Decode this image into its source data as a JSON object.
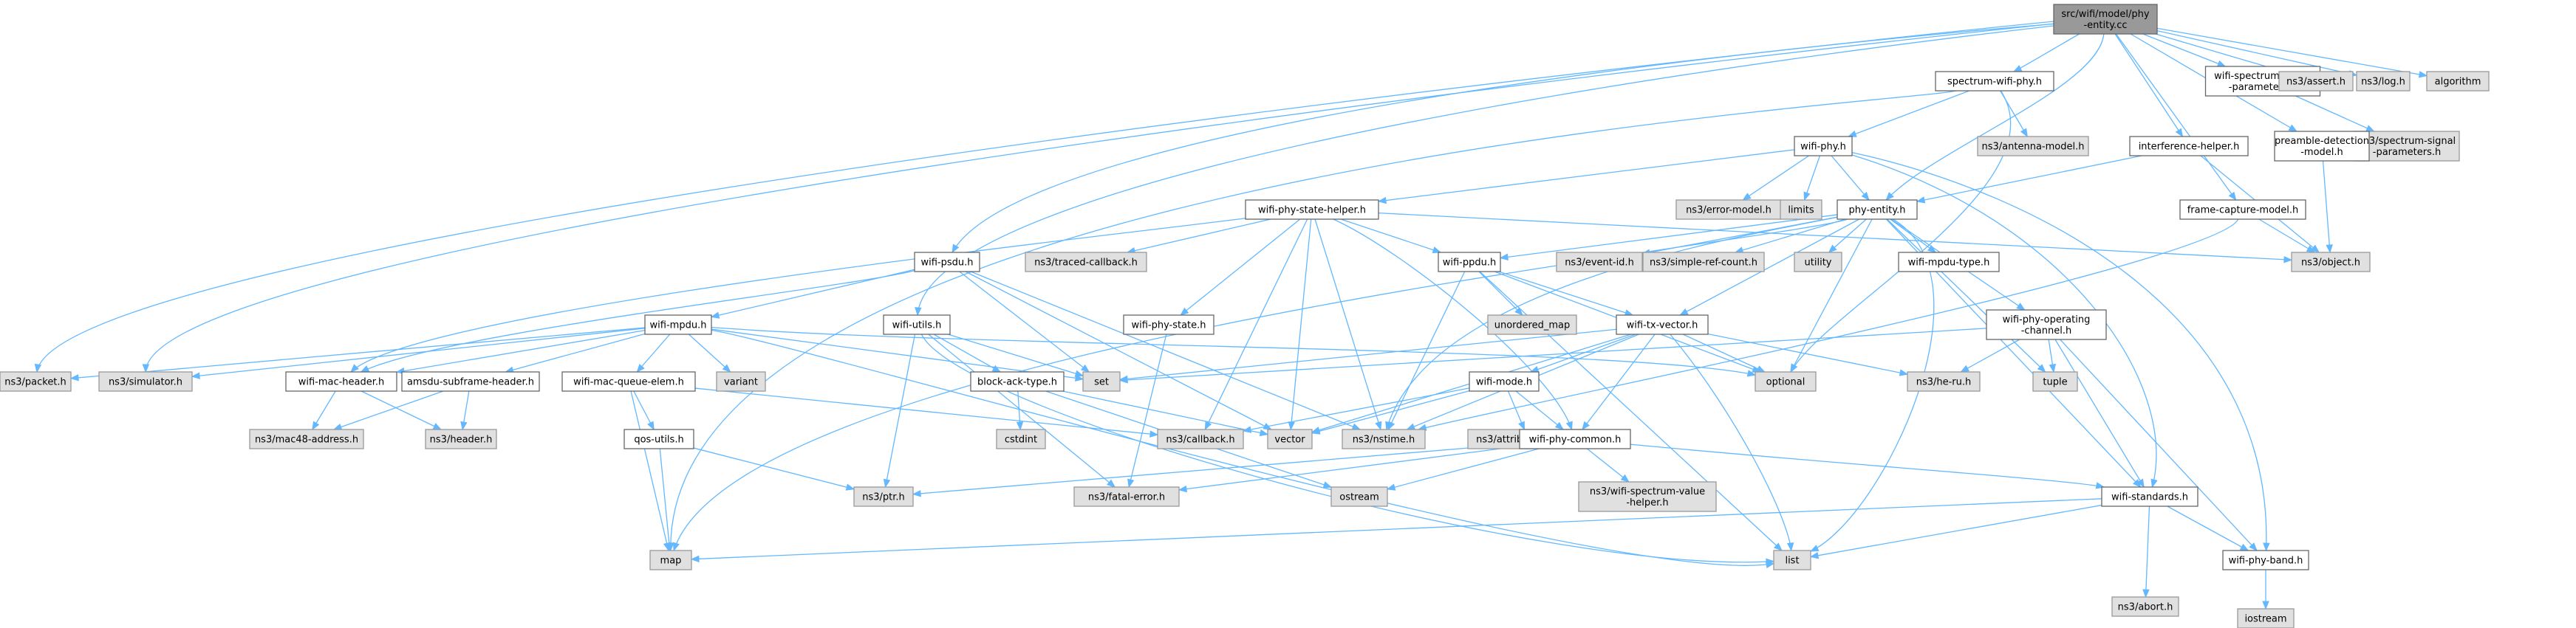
{
  "graph": {
    "colors": {
      "edge": "#63b8ff",
      "local_fill": "#ffffff",
      "system_fill": "#e0e0e0",
      "root_fill": "#999999"
    },
    "nodes": [
      {
        "id": "root",
        "lines": [
          "src/wifi/model/phy",
          "-entity.cc"
        ],
        "kind": "root"
      },
      {
        "id": "spectrum-wifi-phy",
        "lines": [
          "spectrum-wifi-phy.h"
        ],
        "kind": "local"
      },
      {
        "id": "wifi-spectrum-signal-parameters",
        "lines": [
          "wifi-spectrum-signal",
          "-parameters.h"
        ],
        "kind": "local"
      },
      {
        "id": "ns3-assert",
        "lines": [
          "ns3/assert.h"
        ],
        "kind": "system"
      },
      {
        "id": "ns3-log",
        "lines": [
          "ns3/log.h"
        ],
        "kind": "system"
      },
      {
        "id": "algorithm",
        "lines": [
          "algorithm"
        ],
        "kind": "system"
      },
      {
        "id": "ns3-antenna-model",
        "lines": [
          "ns3/antenna-model.h"
        ],
        "kind": "system"
      },
      {
        "id": "ns3-spectrum-signal-parameters",
        "lines": [
          "ns3/spectrum-signal",
          "-parameters.h"
        ],
        "kind": "system"
      },
      {
        "id": "interference-helper",
        "lines": [
          "interference-helper.h"
        ],
        "kind": "local"
      },
      {
        "id": "preamble-detection-model",
        "lines": [
          "preamble-detection",
          "-model.h"
        ],
        "kind": "local"
      },
      {
        "id": "wifi-phy",
        "lines": [
          "wifi-phy.h"
        ],
        "kind": "local"
      },
      {
        "id": "wifi-phy-state-helper",
        "lines": [
          "wifi-phy-state-helper.h"
        ],
        "kind": "local"
      },
      {
        "id": "ns3-error-model",
        "lines": [
          "ns3/error-model.h"
        ],
        "kind": "system"
      },
      {
        "id": "limits",
        "lines": [
          "limits"
        ],
        "kind": "system"
      },
      {
        "id": "phy-entity",
        "lines": [
          "phy-entity.h"
        ],
        "kind": "local"
      },
      {
        "id": "frame-capture-model",
        "lines": [
          "frame-capture-model.h"
        ],
        "kind": "local"
      },
      {
        "id": "ns3-object",
        "lines": [
          "ns3/object.h"
        ],
        "kind": "system"
      },
      {
        "id": "ns3-traced-callback",
        "lines": [
          "ns3/traced-callback.h"
        ],
        "kind": "system"
      },
      {
        "id": "wifi-psdu",
        "lines": [
          "wifi-psdu.h"
        ],
        "kind": "local"
      },
      {
        "id": "wifi-ppdu",
        "lines": [
          "wifi-ppdu.h"
        ],
        "kind": "local"
      },
      {
        "id": "ns3-event-id",
        "lines": [
          "ns3/event-id.h"
        ],
        "kind": "system"
      },
      {
        "id": "ns3-simple-ref-count",
        "lines": [
          "ns3/simple-ref-count.h"
        ],
        "kind": "system"
      },
      {
        "id": "utility",
        "lines": [
          "utility"
        ],
        "kind": "system"
      },
      {
        "id": "wifi-mpdu-type",
        "lines": [
          "wifi-mpdu-type.h"
        ],
        "kind": "local"
      },
      {
        "id": "wifi-mpdu",
        "lines": [
          "wifi-mpdu.h"
        ],
        "kind": "local"
      },
      {
        "id": "wifi-utils",
        "lines": [
          "wifi-utils.h"
        ],
        "kind": "local"
      },
      {
        "id": "wifi-phy-state",
        "lines": [
          "wifi-phy-state.h"
        ],
        "kind": "local"
      },
      {
        "id": "unordered_map",
        "lines": [
          "unordered_map"
        ],
        "kind": "system"
      },
      {
        "id": "wifi-tx-vector",
        "lines": [
          "wifi-tx-vector.h"
        ],
        "kind": "local"
      },
      {
        "id": "wifi-phy-operating-channel",
        "lines": [
          "wifi-phy-operating",
          "-channel.h"
        ],
        "kind": "local"
      },
      {
        "id": "ns3-packet",
        "lines": [
          "ns3/packet.h"
        ],
        "kind": "system"
      },
      {
        "id": "ns3-simulator",
        "lines": [
          "ns3/simulator.h"
        ],
        "kind": "system"
      },
      {
        "id": "wifi-mac-header",
        "lines": [
          "wifi-mac-header.h"
        ],
        "kind": "local"
      },
      {
        "id": "amsdu-subframe-header",
        "lines": [
          "amsdu-subframe-header.h"
        ],
        "kind": "local"
      },
      {
        "id": "variant",
        "lines": [
          "variant"
        ],
        "kind": "system"
      },
      {
        "id": "wifi-mac-queue-elem",
        "lines": [
          "wifi-mac-queue-elem.h"
        ],
        "kind": "local"
      },
      {
        "id": "block-ack-type",
        "lines": [
          "block-ack-type.h"
        ],
        "kind": "local"
      },
      {
        "id": "set",
        "lines": [
          "set"
        ],
        "kind": "system"
      },
      {
        "id": "wifi-mode",
        "lines": [
          "wifi-mode.h"
        ],
        "kind": "local"
      },
      {
        "id": "optional",
        "lines": [
          "optional"
        ],
        "kind": "system"
      },
      {
        "id": "ns3-he-ru",
        "lines": [
          "ns3/he-ru.h"
        ],
        "kind": "system"
      },
      {
        "id": "tuple",
        "lines": [
          "tuple"
        ],
        "kind": "system"
      },
      {
        "id": "ns3-mac48-address",
        "lines": [
          "ns3/mac48-address.h"
        ],
        "kind": "system"
      },
      {
        "id": "ns3-header",
        "lines": [
          "ns3/header.h"
        ],
        "kind": "system"
      },
      {
        "id": "qos-utils",
        "lines": [
          "qos-utils.h"
        ],
        "kind": "local"
      },
      {
        "id": "cstdint",
        "lines": [
          "cstdint"
        ],
        "kind": "system"
      },
      {
        "id": "ns3-callback",
        "lines": [
          "ns3/callback.h"
        ],
        "kind": "system"
      },
      {
        "id": "vector",
        "lines": [
          "vector"
        ],
        "kind": "system"
      },
      {
        "id": "ns3-nstime",
        "lines": [
          "ns3/nstime.h"
        ],
        "kind": "system"
      },
      {
        "id": "ns3-attribute-helper",
        "lines": [
          "ns3/attribute-helper.h"
        ],
        "kind": "system"
      },
      {
        "id": "wifi-phy-common",
        "lines": [
          "wifi-phy-common.h"
        ],
        "kind": "local"
      },
      {
        "id": "ns3-ptr",
        "lines": [
          "ns3/ptr.h"
        ],
        "kind": "system"
      },
      {
        "id": "ns3-fatal-error",
        "lines": [
          "ns3/fatal-error.h"
        ],
        "kind": "system"
      },
      {
        "id": "ostream",
        "lines": [
          "ostream"
        ],
        "kind": "system"
      },
      {
        "id": "ns3-wifi-spectrum-value-helper",
        "lines": [
          "ns3/wifi-spectrum-value",
          "-helper.h"
        ],
        "kind": "system"
      },
      {
        "id": "wifi-standards",
        "lines": [
          "wifi-standards.h"
        ],
        "kind": "local"
      },
      {
        "id": "map",
        "lines": [
          "map"
        ],
        "kind": "system"
      },
      {
        "id": "list",
        "lines": [
          "list"
        ],
        "kind": "system"
      },
      {
        "id": "ns3-abort",
        "lines": [
          "ns3/abort.h"
        ],
        "kind": "system"
      },
      {
        "id": "wifi-phy-band",
        "lines": [
          "wifi-phy-band.h"
        ],
        "kind": "local"
      },
      {
        "id": "iostream",
        "lines": [
          "iostream"
        ],
        "kind": "system"
      }
    ],
    "edges": [
      [
        "root",
        "spectrum-wifi-phy"
      ],
      [
        "root",
        "wifi-spectrum-signal-parameters"
      ],
      [
        "root",
        "ns3-assert"
      ],
      [
        "root",
        "ns3-log"
      ],
      [
        "root",
        "algorithm"
      ],
      [
        "root",
        "interference-helper"
      ],
      [
        "root",
        "preamble-detection-model"
      ],
      [
        "root",
        "frame-capture-model"
      ],
      [
        "root",
        "phy-entity"
      ],
      [
        "root",
        "wifi-psdu"
      ],
      [
        "root",
        "wifi-utils"
      ],
      [
        "root",
        "ns3-packet"
      ],
      [
        "root",
        "ns3-simulator"
      ],
      [
        "spectrum-wifi-phy",
        "wifi-phy"
      ],
      [
        "spectrum-wifi-phy",
        "ns3-antenna-model"
      ],
      [
        "spectrum-wifi-phy",
        "optional"
      ],
      [
        "spectrum-wifi-phy",
        "map"
      ],
      [
        "wifi-spectrum-signal-parameters",
        "ns3-spectrum-signal-parameters"
      ],
      [
        "interference-helper",
        "phy-entity"
      ],
      [
        "interference-helper",
        "ns3-object"
      ],
      [
        "preamble-detection-model",
        "ns3-object"
      ],
      [
        "frame-capture-model",
        "ns3-object"
      ],
      [
        "frame-capture-model",
        "ns3-nstime"
      ],
      [
        "wifi-phy",
        "wifi-phy-state-helper"
      ],
      [
        "wifi-phy",
        "ns3-error-model"
      ],
      [
        "wifi-phy",
        "limits"
      ],
      [
        "wifi-phy",
        "phy-entity"
      ],
      [
        "wifi-phy",
        "wifi-standards"
      ],
      [
        "wifi-phy",
        "wifi-phy-band"
      ],
      [
        "wifi-phy-state-helper",
        "ns3-traced-callback"
      ],
      [
        "wifi-phy-state-helper",
        "wifi-phy-state"
      ],
      [
        "wifi-phy-state-helper",
        "wifi-ppdu"
      ],
      [
        "wifi-phy-state-helper",
        "ns3-object"
      ],
      [
        "wifi-phy-state-helper",
        "ns3-callback"
      ],
      [
        "wifi-phy-state-helper",
        "vector"
      ],
      [
        "wifi-phy-state-helper",
        "ns3-nstime"
      ],
      [
        "wifi-phy-state-helper",
        "wifi-phy-common"
      ],
      [
        "wifi-phy-state-helper",
        "wifi-mac-header"
      ],
      [
        "phy-entity",
        "ns3-event-id"
      ],
      [
        "phy-entity",
        "ns3-simple-ref-count"
      ],
      [
        "phy-entity",
        "utility"
      ],
      [
        "phy-entity",
        "wifi-mpdu-type"
      ],
      [
        "phy-entity",
        "wifi-ppdu"
      ],
      [
        "phy-entity",
        "wifi-tx-vector"
      ],
      [
        "phy-entity",
        "wifi-phy-operating-channel"
      ],
      [
        "phy-entity",
        "tuple"
      ],
      [
        "phy-entity",
        "list"
      ],
      [
        "phy-entity",
        "optional"
      ],
      [
        "phy-entity",
        "ns3-nstime"
      ],
      [
        "phy-entity",
        "map"
      ],
      [
        "phy-entity",
        "wifi-standards"
      ],
      [
        "wifi-psdu",
        "wifi-mpdu"
      ],
      [
        "wifi-psdu",
        "set"
      ],
      [
        "wifi-psdu",
        "ns3-nstime"
      ],
      [
        "wifi-psdu",
        "vector"
      ],
      [
        "wifi-psdu",
        "wifi-mac-header"
      ],
      [
        "wifi-ppdu",
        "unordered_map"
      ],
      [
        "wifi-ppdu",
        "wifi-tx-vector"
      ],
      [
        "wifi-ppdu",
        "optional"
      ],
      [
        "wifi-ppdu",
        "ns3-nstime"
      ],
      [
        "wifi-ppdu",
        "list"
      ],
      [
        "wifi-mpdu",
        "wifi-mac-header"
      ],
      [
        "wifi-mpdu",
        "amsdu-subframe-header"
      ],
      [
        "wifi-mpdu",
        "variant"
      ],
      [
        "wifi-mpdu",
        "wifi-mac-queue-elem"
      ],
      [
        "wifi-mpdu",
        "set"
      ],
      [
        "wifi-mpdu",
        "optional"
      ],
      [
        "wifi-mpdu",
        "ns3-packet"
      ],
      [
        "wifi-mpdu",
        "ns3-simulator"
      ],
      [
        "wifi-mpdu",
        "list"
      ],
      [
        "wifi-utils",
        "block-ack-type"
      ],
      [
        "wifi-utils",
        "set"
      ],
      [
        "wifi-utils",
        "ns3-ptr"
      ],
      [
        "wifi-utils",
        "ns3-fatal-error"
      ],
      [
        "wifi-utils",
        "list"
      ],
      [
        "wifi-phy-state",
        "ns3-fatal-error"
      ],
      [
        "wifi-tx-vector",
        "wifi-mode"
      ],
      [
        "wifi-tx-vector",
        "set"
      ],
      [
        "wifi-tx-vector",
        "optional"
      ],
      [
        "wifi-tx-vector",
        "ns3-he-ru"
      ],
      [
        "wifi-tx-vector",
        "vector"
      ],
      [
        "wifi-tx-vector",
        "ns3-nstime"
      ],
      [
        "wifi-tx-vector",
        "wifi-phy-common"
      ],
      [
        "wifi-tx-vector",
        "list"
      ],
      [
        "wifi-phy-operating-channel",
        "ns3-he-ru"
      ],
      [
        "wifi-phy-operating-channel",
        "tuple"
      ],
      [
        "wifi-phy-operating-channel",
        "set"
      ],
      [
        "wifi-phy-operating-channel",
        "wifi-standards"
      ],
      [
        "wifi-phy-operating-channel",
        "wifi-phy-band"
      ],
      [
        "wifi-mac-header",
        "ns3-mac48-address"
      ],
      [
        "wifi-mac-header",
        "ns3-header"
      ],
      [
        "amsdu-subframe-header",
        "ns3-mac48-address"
      ],
      [
        "amsdu-subframe-header",
        "ns3-header"
      ],
      [
        "wifi-mac-queue-elem",
        "qos-utils"
      ],
      [
        "wifi-mac-queue-elem",
        "map"
      ],
      [
        "wifi-mac-queue-elem",
        "ns3-callback"
      ],
      [
        "qos-utils",
        "ns3-ptr"
      ],
      [
        "qos-utils",
        "map"
      ],
      [
        "block-ack-type",
        "cstdint"
      ],
      [
        "block-ack-type",
        "vector"
      ],
      [
        "block-ack-type",
        "ostream"
      ],
      [
        "wifi-mode",
        "ns3-attribute-helper"
      ],
      [
        "wifi-mode",
        "ns3-callback"
      ],
      [
        "wifi-mode",
        "vector"
      ],
      [
        "wifi-mode",
        "wifi-phy-common"
      ],
      [
        "wifi-phy-common",
        "ns3-wifi-spectrum-value-helper"
      ],
      [
        "wifi-phy-common",
        "ostream"
      ],
      [
        "wifi-phy-common",
        "ns3-ptr"
      ],
      [
        "wifi-phy-common",
        "ns3-fatal-error"
      ],
      [
        "wifi-phy-common",
        "wifi-standards"
      ],
      [
        "wifi-standards",
        "map"
      ],
      [
        "wifi-standards",
        "list"
      ],
      [
        "wifi-standards",
        "ns3-abort"
      ],
      [
        "wifi-standards",
        "wifi-phy-band"
      ],
      [
        "wifi-phy-band",
        "iostream"
      ]
    ]
  }
}
